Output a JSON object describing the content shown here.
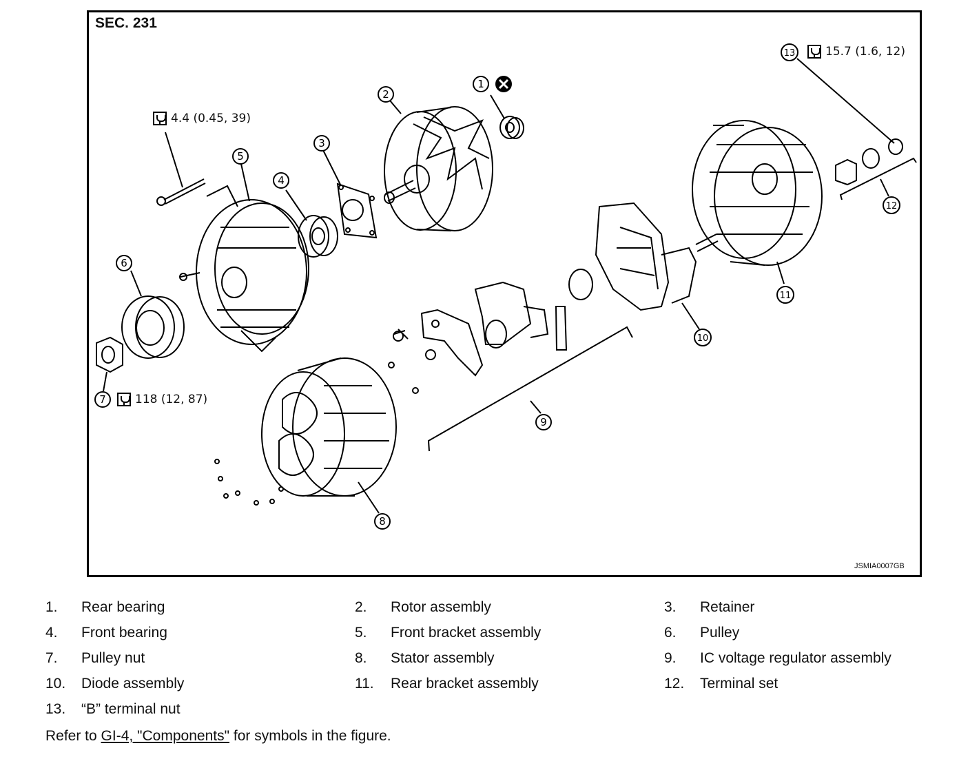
{
  "header": {
    "section": "SEC. 231",
    "figure_code": "JSMIA0007GB"
  },
  "torques": {
    "t13": "15.7 (1.6, 12)",
    "t5bolt": "4.4 (0.45, 39)",
    "t7": "118 (12, 87)"
  },
  "callouts": [
    "1",
    "2",
    "3",
    "4",
    "5",
    "6",
    "7",
    "8",
    "9",
    "10",
    "11",
    "12",
    "13"
  ],
  "legend": [
    {
      "num": "1.",
      "label": "Rear bearing"
    },
    {
      "num": "2.",
      "label": "Rotor assembly"
    },
    {
      "num": "3.",
      "label": "Retainer"
    },
    {
      "num": "4.",
      "label": "Front bearing"
    },
    {
      "num": "5.",
      "label": "Front bracket assembly"
    },
    {
      "num": "6.",
      "label": "Pulley"
    },
    {
      "num": "7.",
      "label": "Pulley nut"
    },
    {
      "num": "8.",
      "label": "Stator assembly"
    },
    {
      "num": "9.",
      "label": "IC voltage regulator assembly"
    },
    {
      "num": "10.",
      "label": "Diode assembly"
    },
    {
      "num": "11.",
      "label": "Rear bracket assembly"
    },
    {
      "num": "12.",
      "label": "Terminal set"
    },
    {
      "num": "13.",
      "label": "“B” terminal nut"
    }
  ],
  "footer": {
    "prefix": "Refer to ",
    "link": "GI-4, \"Components\"",
    "suffix": " for symbols in the figure."
  }
}
